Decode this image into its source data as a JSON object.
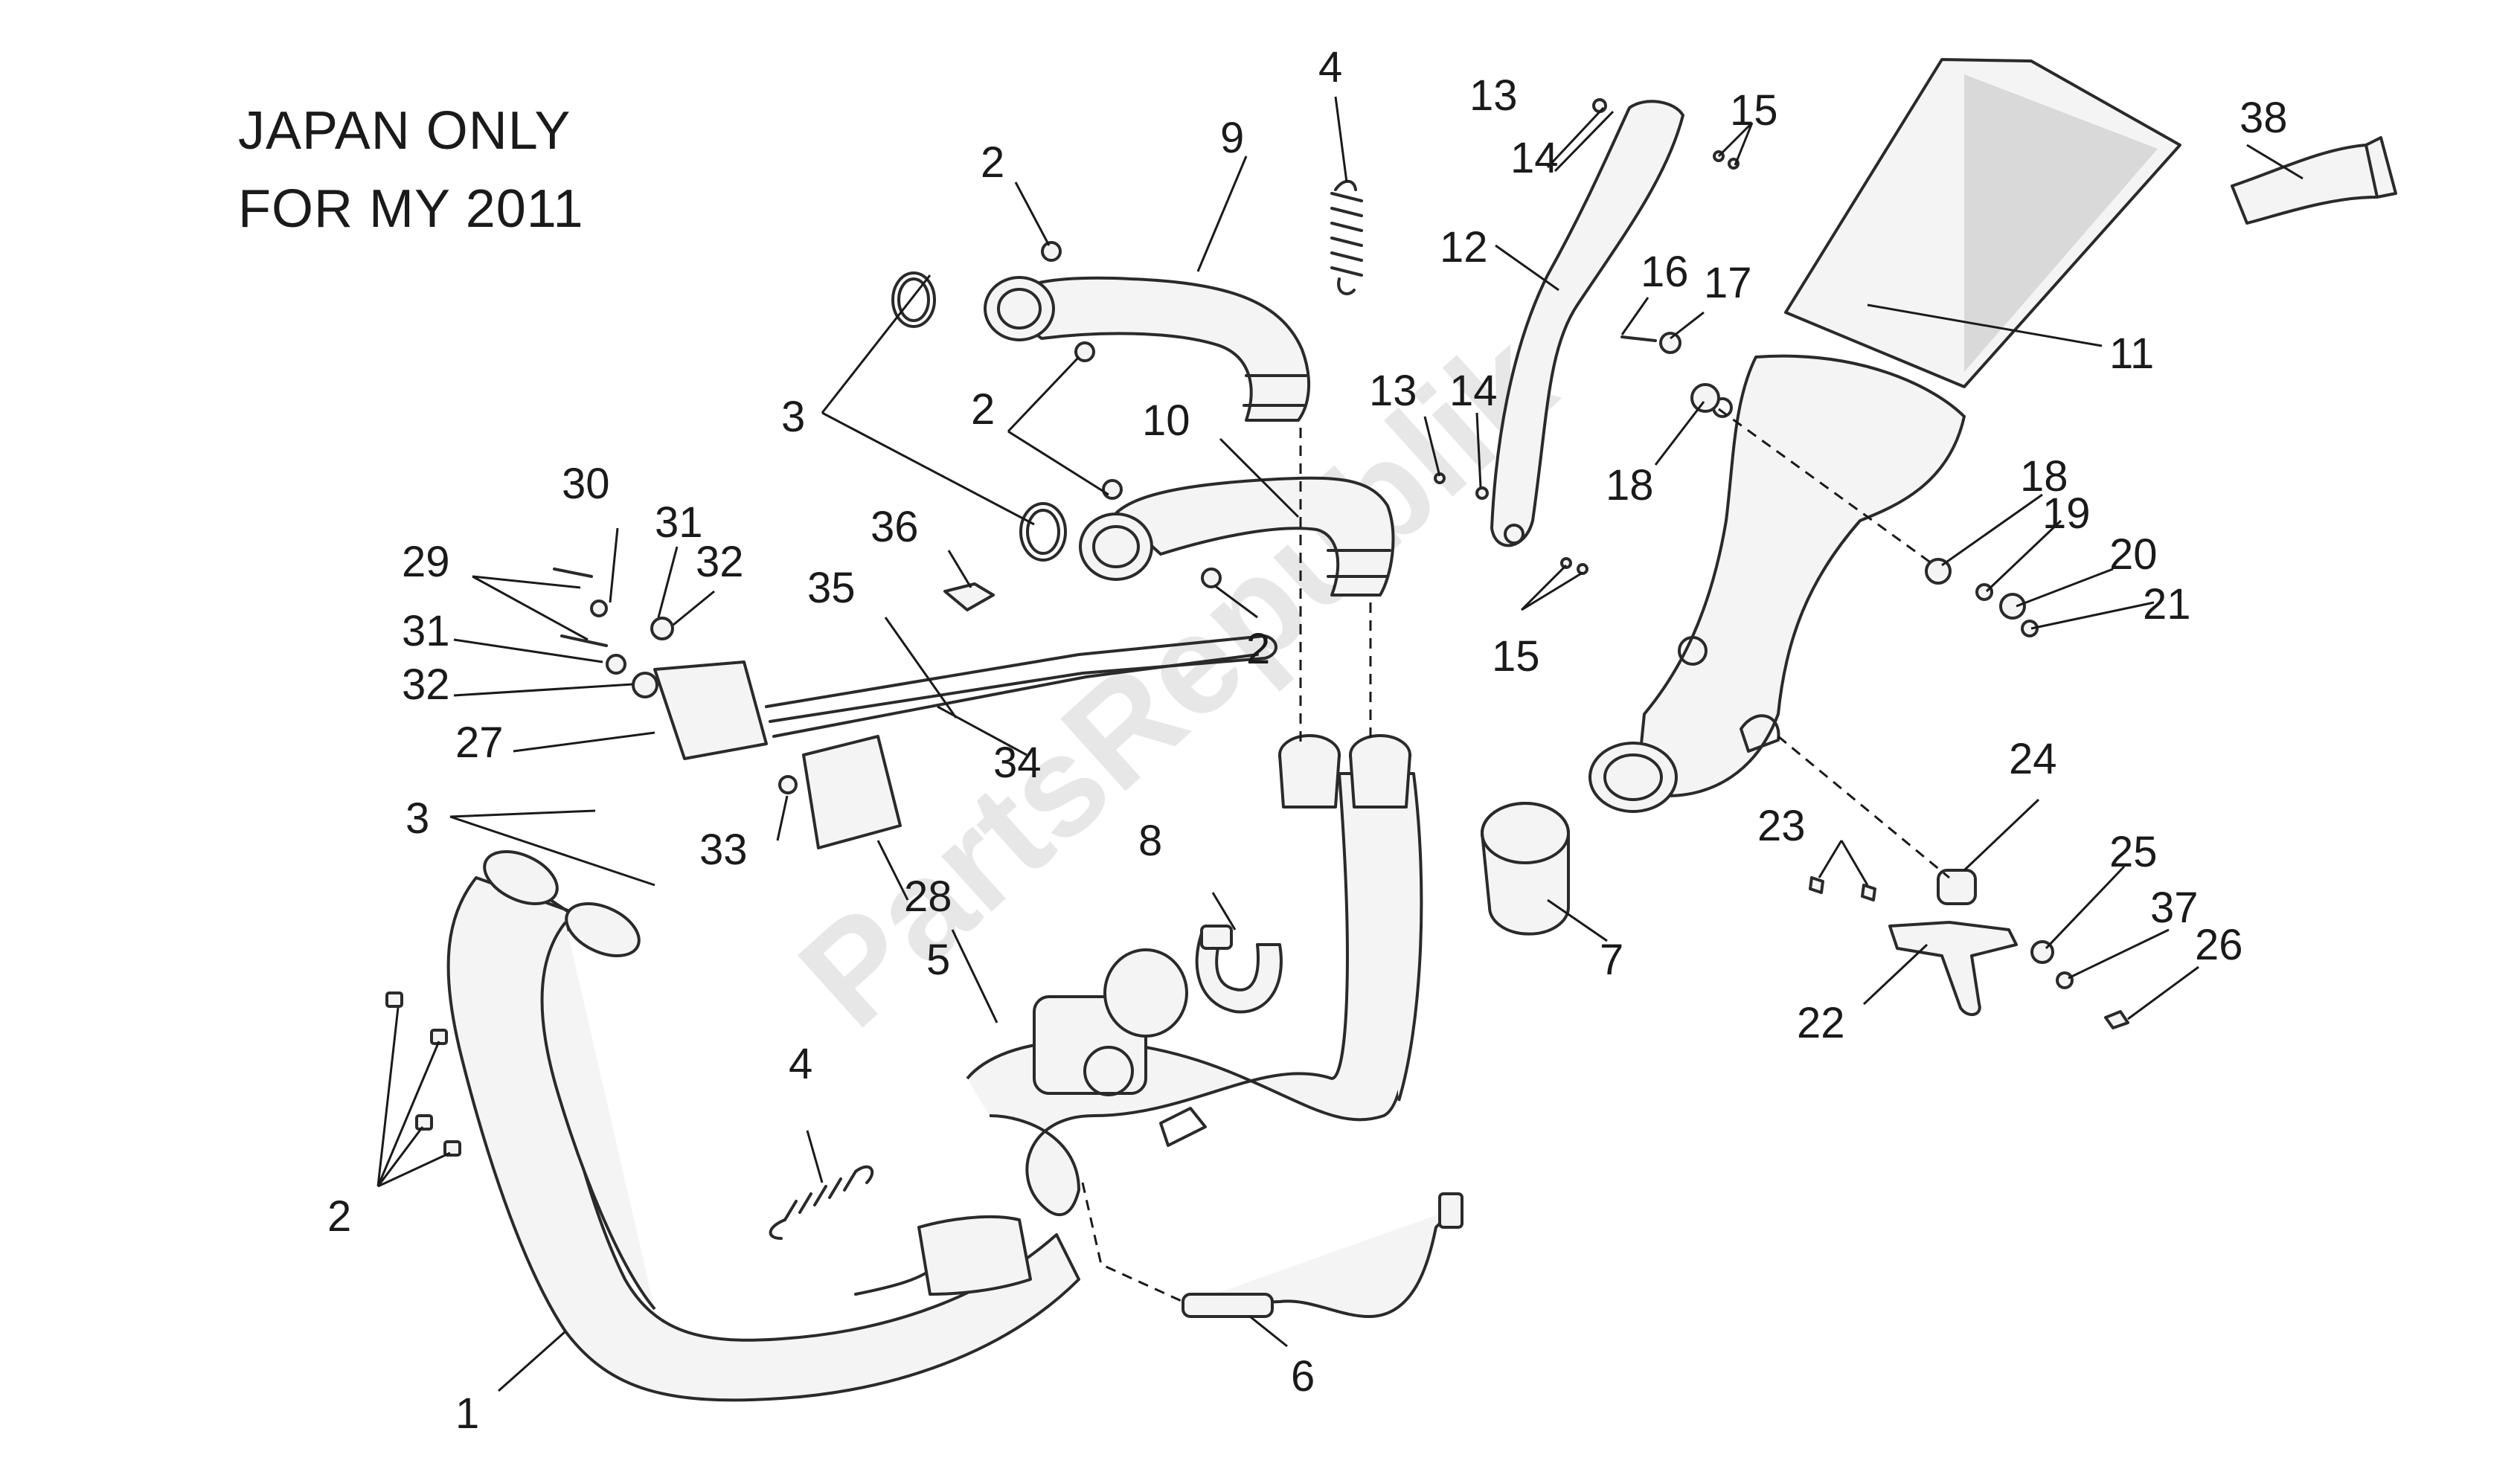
{
  "note": {
    "line1": "JAPAN ONLY",
    "line2": "FOR MY 2011"
  },
  "watermark": "PartsRepublik",
  "callouts": {
    "c1": "1",
    "c2a": "2",
    "c2b": "2",
    "c2c": "2",
    "c2d": "2",
    "c3a": "3",
    "c3b": "3",
    "c4a": "4",
    "c4b": "4",
    "c5": "5",
    "c6": "6",
    "c7": "7",
    "c8": "8",
    "c9": "9",
    "c10": "10",
    "c11": "11",
    "c12": "12",
    "c13a": "13",
    "c13b": "13",
    "c14a": "14",
    "c14b": "14",
    "c15a": "15",
    "c15b": "15",
    "c16": "16",
    "c17": "17",
    "c18a": "18",
    "c18b": "18",
    "c19": "19",
    "c20": "20",
    "c21": "21",
    "c22": "22",
    "c23": "23",
    "c24": "24",
    "c25": "25",
    "c26": "26",
    "c27": "27",
    "c28": "28",
    "c29": "29",
    "c30": "30",
    "c31a": "31",
    "c31b": "31",
    "c32a": "32",
    "c32b": "32",
    "c33": "33",
    "c34": "34",
    "c35": "35",
    "c36": "36",
    "c37": "37",
    "c38": "38"
  }
}
